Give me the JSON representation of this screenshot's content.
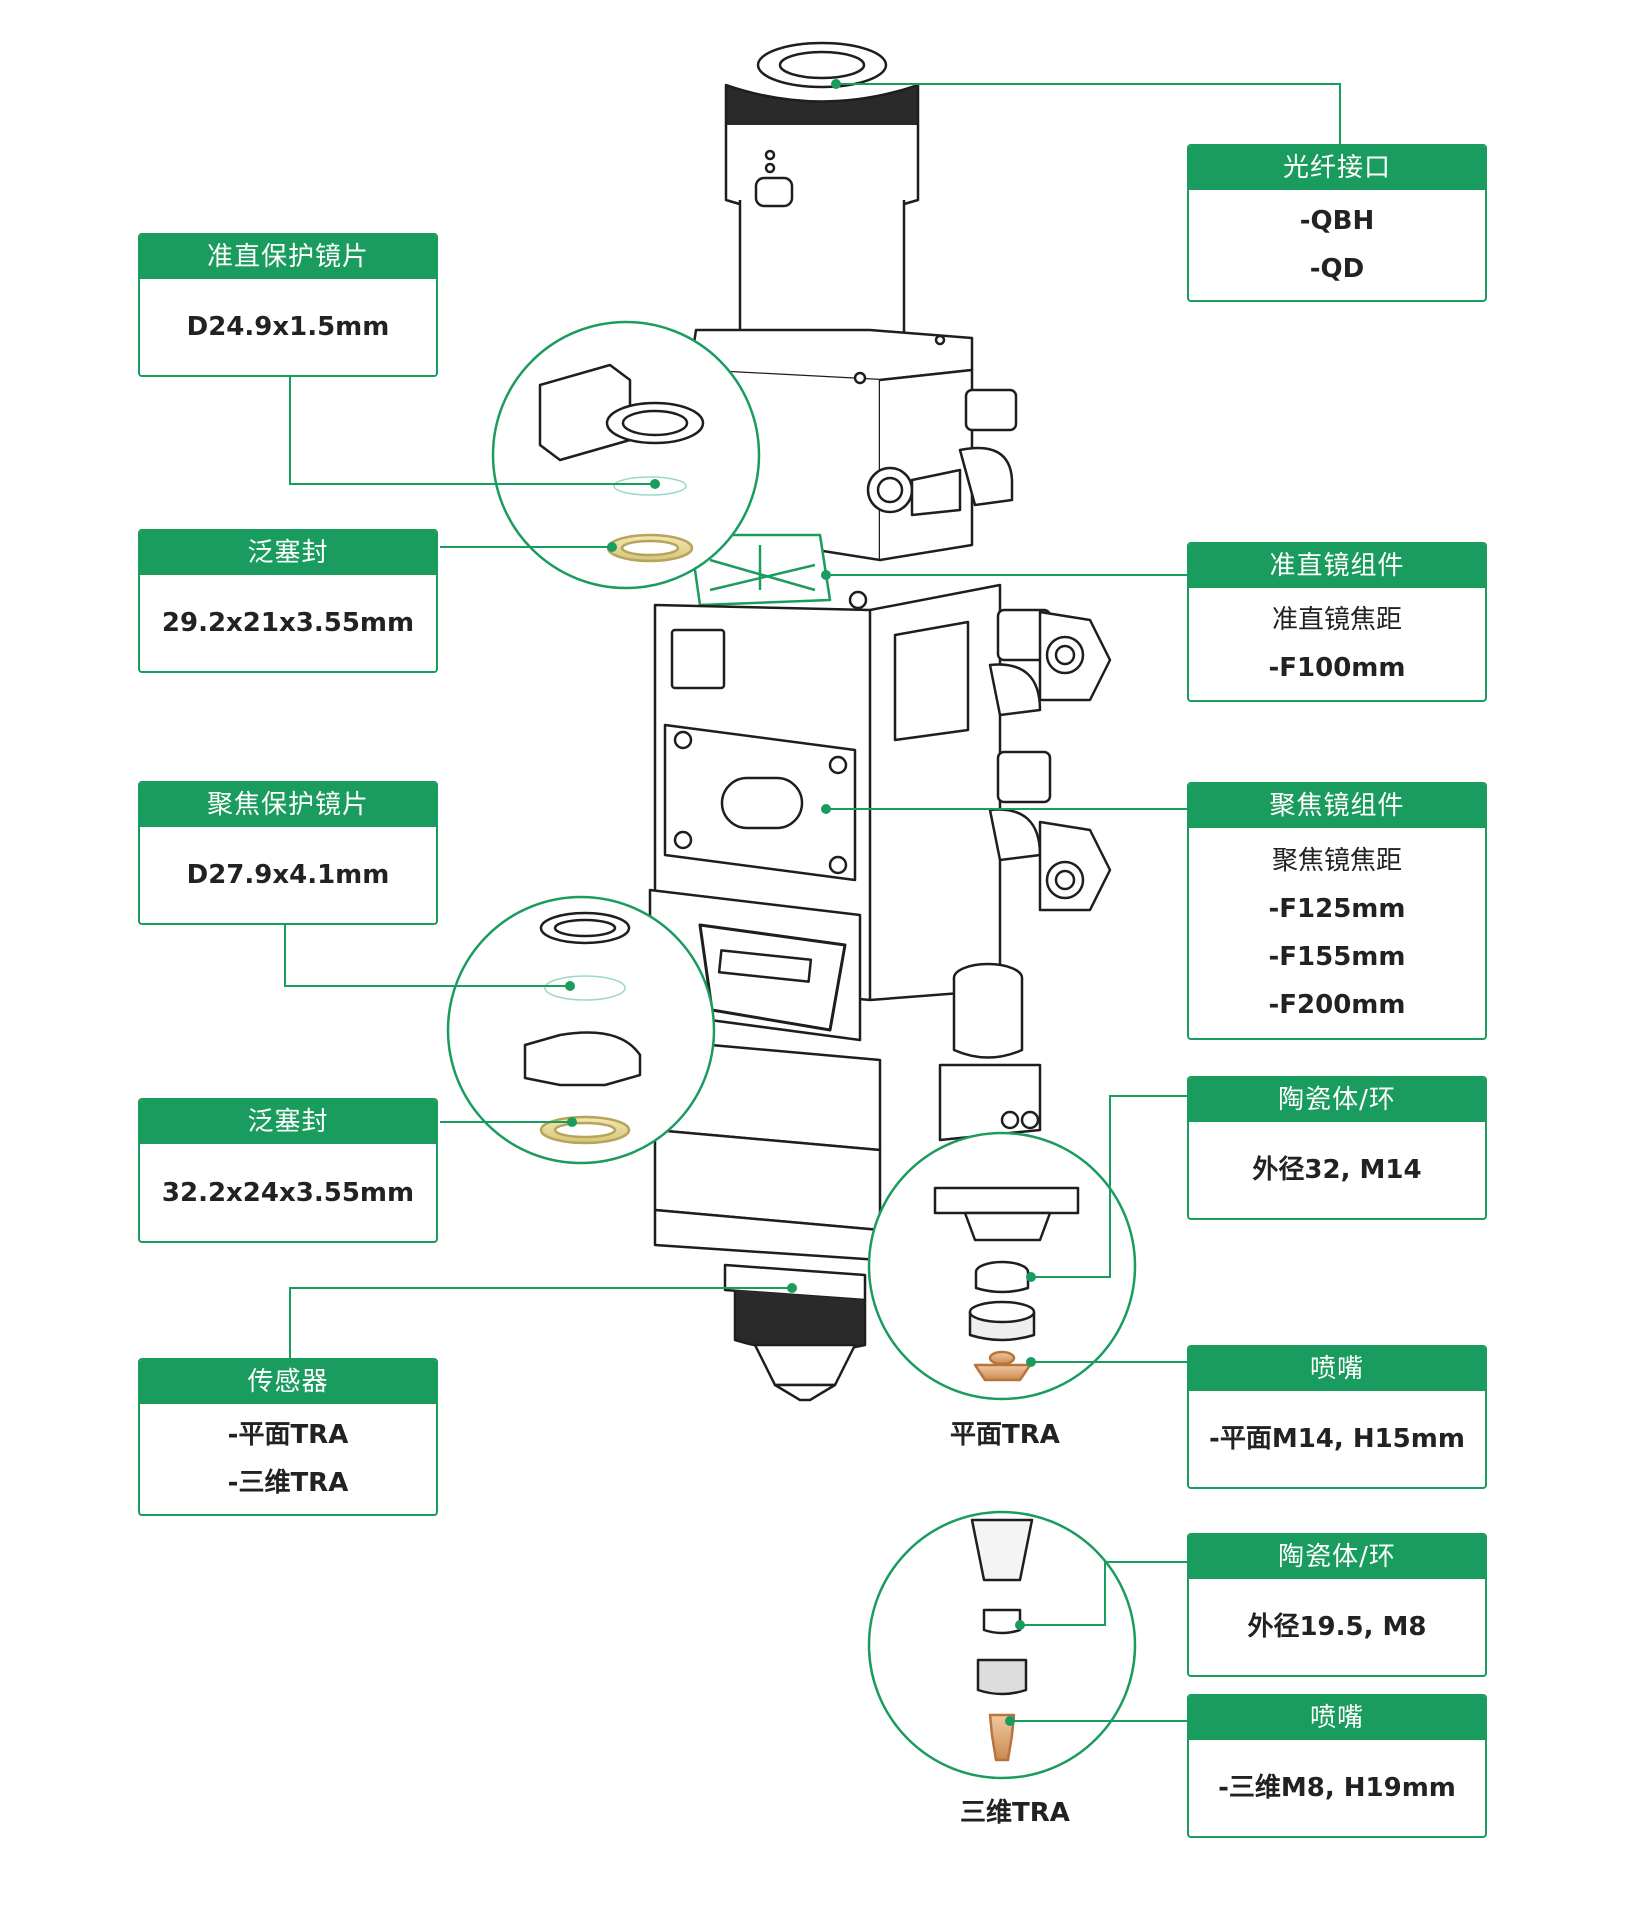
{
  "accent": "#1a9c5e",
  "boxes": {
    "fiber": {
      "title": "光纤接口",
      "lines": [
        "-QBH",
        "-QD"
      ]
    },
    "col_protect": {
      "title": "准直保护镜片",
      "lines": [
        "D24.9x1.5mm"
      ]
    },
    "seal_top": {
      "title": "泛塞封",
      "lines": [
        "29.2x21x3.55mm"
      ]
    },
    "col_assy": {
      "title": "准直镜组件",
      "lines": [
        "准直镜焦距",
        "-F100mm"
      ]
    },
    "focus_protect": {
      "title": "聚焦保护镜片",
      "lines": [
        "D27.9x4.1mm"
      ]
    },
    "focus_assy": {
      "title": "聚焦镜组件",
      "lines": [
        "聚焦镜焦距",
        "-F125mm",
        "-F155mm",
        "-F200mm"
      ]
    },
    "seal_bottom": {
      "title": "泛塞封",
      "lines": [
        "32.2x24x3.55mm"
      ]
    },
    "ceramic_flat": {
      "title": "陶瓷体/环",
      "lines": [
        "外径32, M14"
      ]
    },
    "sensor": {
      "title": "传感器",
      "lines": [
        "-平面TRA",
        "-三维TRA"
      ]
    },
    "nozzle_flat": {
      "title": "喷嘴",
      "lines": [
        "-平面M14, H15mm"
      ]
    },
    "ceramic_3d": {
      "title": "陶瓷体/环",
      "lines": [
        "外径19.5, M8"
      ]
    },
    "nozzle_3d": {
      "title": "喷嘴",
      "lines": [
        "-三维M8, H19mm"
      ]
    }
  },
  "captions": {
    "flat_tra": "平面TRA",
    "tra_3d": "三维TRA"
  },
  "icons": [
    "laser-head-illustration",
    "protect-lens-holder-icon",
    "seal-ring-icon",
    "focus-drawer-icon",
    "nozzle-icon",
    "ceramic-ring-icon"
  ]
}
